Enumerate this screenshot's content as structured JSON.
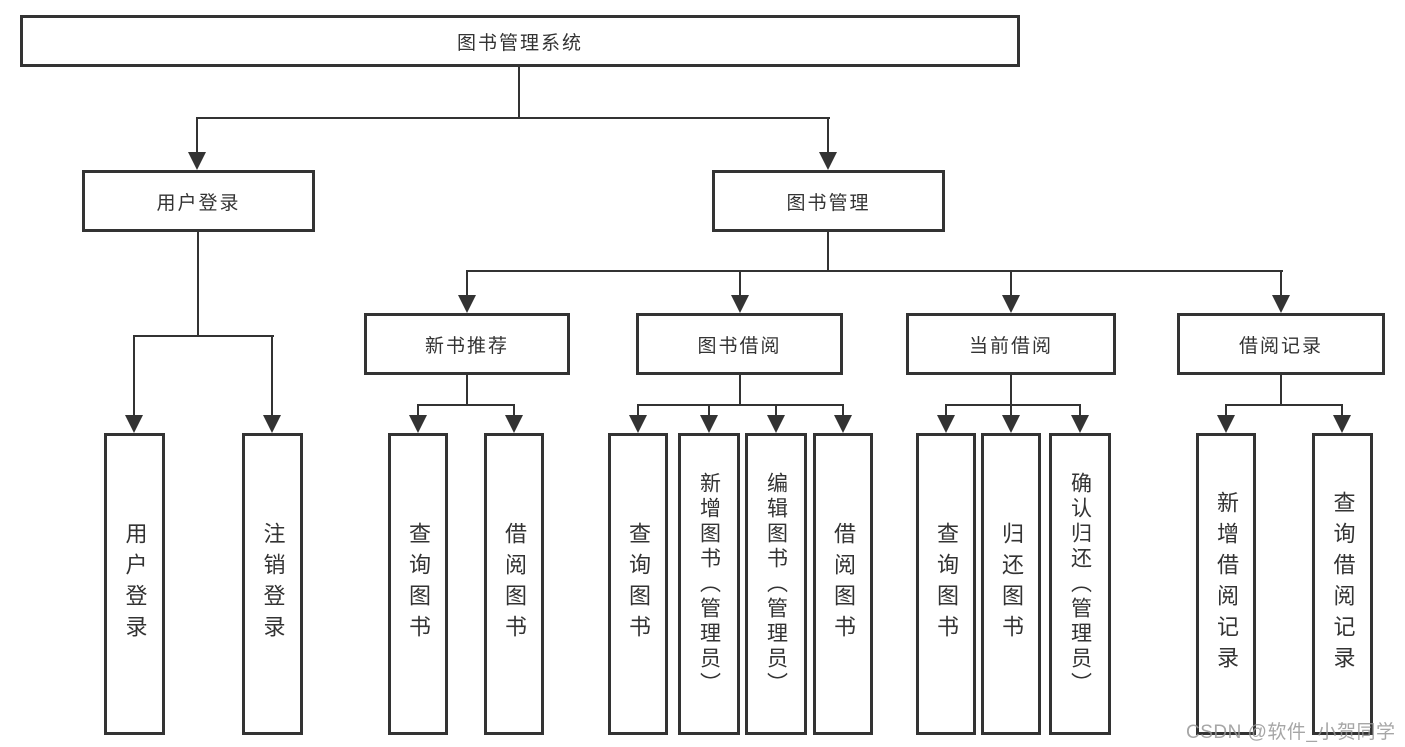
{
  "diagram": {
    "type": "tree",
    "title": "图书管理系统",
    "nodes": {
      "root": {
        "label": "图书管理系统"
      },
      "level2": [
        {
          "id": "user-login",
          "label": "用户登录",
          "parent": "图书管理系统"
        },
        {
          "id": "book-management",
          "label": "图书管理",
          "parent": "图书管理系统"
        }
      ],
      "level3": [
        {
          "id": "new-book-recommend",
          "label": "新书推荐",
          "parent": "图书管理"
        },
        {
          "id": "book-borrowing",
          "label": "图书借阅",
          "parent": "图书管理"
        },
        {
          "id": "current-borrowing",
          "label": "当前借阅",
          "parent": "图书管理"
        },
        {
          "id": "borrowing-records",
          "label": "借阅记录",
          "parent": "图书管理"
        }
      ],
      "leaves": [
        {
          "id": "leaf-user-login",
          "label": "用户登录",
          "parent": "用户登录"
        },
        {
          "id": "leaf-logout",
          "label": "注销登录",
          "parent": "用户登录"
        },
        {
          "id": "leaf-query-books-recommend",
          "label": "查询图书",
          "parent": "新书推荐"
        },
        {
          "id": "leaf-borrow-books-recommend",
          "label": "借阅图书",
          "parent": "新书推荐"
        },
        {
          "id": "leaf-query-books-borrowing",
          "label": "查询图书",
          "parent": "图书借阅"
        },
        {
          "id": "leaf-add-books-admin",
          "label": "新增图书（管理员）",
          "parent": "图书借阅"
        },
        {
          "id": "leaf-edit-books-admin",
          "label": "编辑图书（管理员）",
          "parent": "图书借阅"
        },
        {
          "id": "leaf-borrow-books-borrowing",
          "label": "借阅图书",
          "parent": "图书借阅"
        },
        {
          "id": "leaf-query-books-current",
          "label": "查询图书",
          "parent": "当前借阅"
        },
        {
          "id": "leaf-return-books",
          "label": "归还图书",
          "parent": "当前借阅"
        },
        {
          "id": "leaf-confirm-return-admin",
          "label": "确认归还（管理员）",
          "parent": "当前借阅"
        },
        {
          "id": "leaf-add-borrow-record",
          "label": "新增借阅记录",
          "parent": "借阅记录"
        },
        {
          "id": "leaf-query-borrow-record",
          "label": "查询借阅记录",
          "parent": "借阅记录"
        }
      ]
    }
  },
  "watermark": {
    "text": "CSDN @软件_小贺同学"
  },
  "colors": {
    "line": "#333333",
    "box_border": "#333333",
    "box_fill": "#ffffff",
    "text": "#333333",
    "watermark": "#969696",
    "background": "#ffffff"
  }
}
